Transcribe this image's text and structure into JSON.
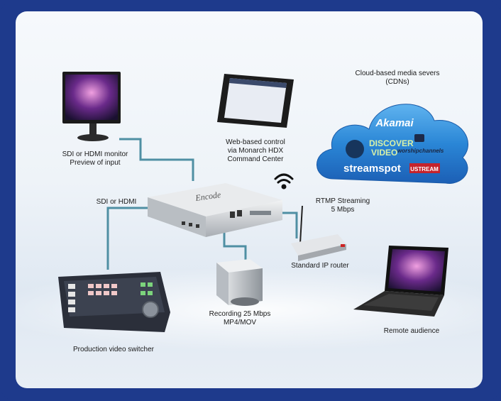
{
  "labels": {
    "monitor": "SDI or HDMI monitor\nPreview of input",
    "tablet": "Web-based control\nvia Monarch HDX\nCommand Center",
    "cloud_title": "Cloud-based media severs\n(CDNs)",
    "sdi_hdmi": "SDI or HDMI",
    "rtmp": "RTMP Streaming\n5 Mbps",
    "router": "Standard IP router",
    "recording": "Recording 25 Mbps\nMP4/MOV",
    "switcher": "Production video switcher",
    "audience": "Remote audience"
  },
  "encoder_label": "Encode",
  "cdn_logos": {
    "akamai": "Akamai",
    "discover": "DISCOVER",
    "video": "VIDEO",
    "worship": "worshipchannels",
    "streamspot": "streamspot",
    "ustream": "USTREAM"
  },
  "colors": {
    "frame": "#1e3a8c",
    "connector": "#4f8fa3",
    "cloud": "#2a7bc9"
  }
}
